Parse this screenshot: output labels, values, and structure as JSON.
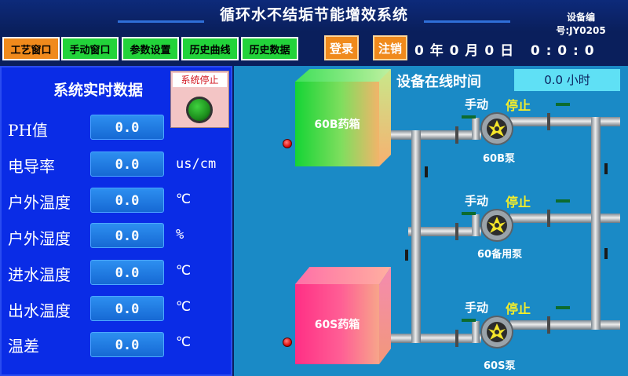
{
  "header": {
    "title": "循环水不结垢节能增效系统",
    "device_no_line1": "设备编",
    "device_no_line2": "号:JY0205"
  },
  "nav": [
    {
      "label": "工艺窗口",
      "style": "orange"
    },
    {
      "label": "手动窗口",
      "style": "green"
    },
    {
      "label": "参数设置",
      "style": "green"
    },
    {
      "label": "历史曲线",
      "style": "green"
    },
    {
      "label": "历史数据",
      "style": "green"
    }
  ],
  "actions": {
    "login": "登录",
    "logout": "注销"
  },
  "datetime": "0 年 0 月 0 日   0 : 0 : 0",
  "realtime": {
    "title": "系统实时数据",
    "stop_label": "系统停止",
    "rows": [
      {
        "label": "PH值",
        "value": "0.0",
        "unit": ""
      },
      {
        "label": "电导率",
        "value": "0.0",
        "unit": "us/cm"
      },
      {
        "label": "户外温度",
        "value": "0.0",
        "unit": "℃"
      },
      {
        "label": "户外湿度",
        "value": "0.0",
        "unit": "%"
      },
      {
        "label": "进水温度",
        "value": "0.0",
        "unit": "℃"
      },
      {
        "label": "出水温度",
        "value": "0.0",
        "unit": "℃"
      },
      {
        "label": "温差",
        "value": "0.0",
        "unit": "℃"
      }
    ]
  },
  "online": {
    "label": "设备在线时间",
    "value": "0.0 小时"
  },
  "tanks": [
    {
      "label": "60B药箱"
    },
    {
      "label": "60S药箱"
    }
  ],
  "pumps": [
    {
      "mode": "手动",
      "state": "停止",
      "name": "60B泵"
    },
    {
      "mode": "手动",
      "state": "停止",
      "name": "60备用泵"
    },
    {
      "mode": "手动",
      "state": "停止",
      "name": "60S泵"
    }
  ],
  "colors": {
    "accent_blue": "#0a2ce6",
    "status_yellow": "#f5ee2a",
    "button_orange": "#f08a1c",
    "button_green": "#22d33a"
  }
}
